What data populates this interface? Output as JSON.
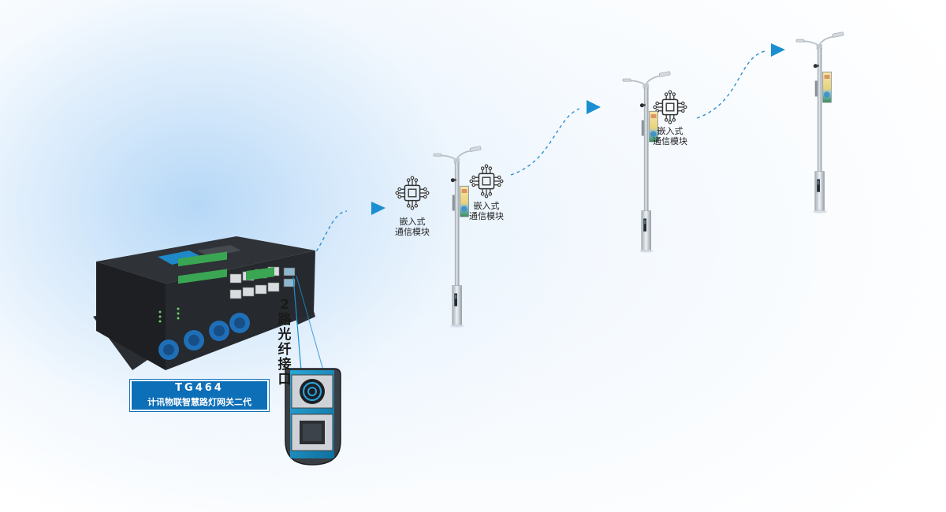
{
  "product": {
    "model": "TG464",
    "name": "计讯物联智慧路灯网关二代"
  },
  "interface_label": "2路光纤接口",
  "modules": [
    {
      "line1": "嵌入式",
      "line2": "通信模块"
    },
    {
      "line1": "嵌入式",
      "line2": "通信模块"
    },
    {
      "line1": "嵌入式",
      "line2": "通信模块"
    }
  ],
  "colors": {
    "accent": "#1b8fd1",
    "badge": "#0d6fb8",
    "link_line": "#2a8fcf"
  },
  "icons": [
    "chip-circuit-icon",
    "arrow-right-icon",
    "smart-street-light"
  ]
}
